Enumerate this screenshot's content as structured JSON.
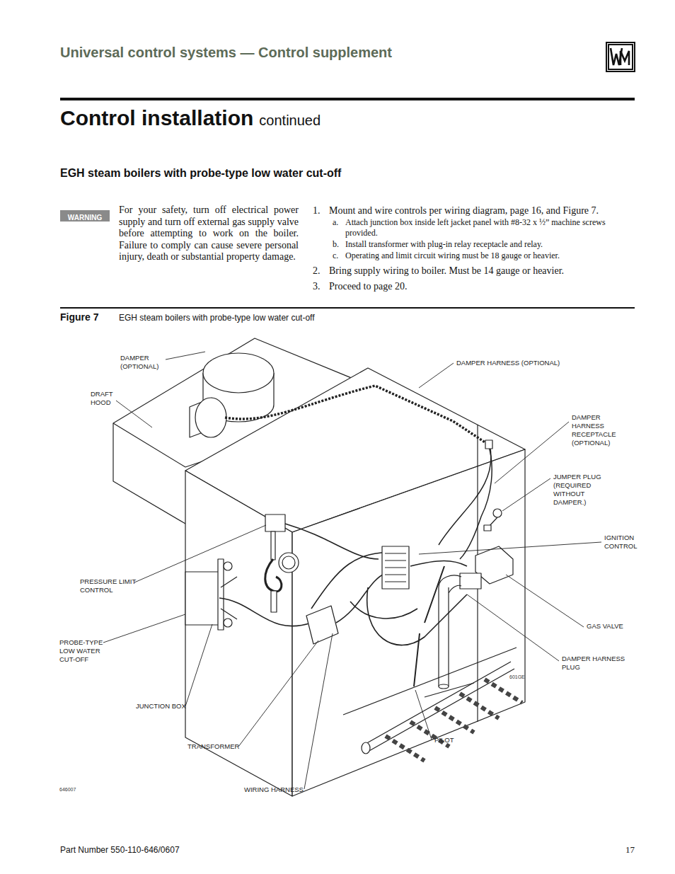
{
  "diagram": {
    "title": "Control installation",
    "caption": "EGH steam boilers with probe-type low water cut-off",
    "nodes": [
      {
        "text": [
          "WARNING"
        ]
      }
    ],
    "labels": [
      "Universal control systems — Control supplement",
      "continued",
      "EGH steam boilers with probe-type low water cut-off",
      "For your safety, turn off electrical power supply and turn off external gas supply valve before attempting to work on the boiler. Failure to comply can cause severe personal injury, death or substantial property damage.",
      "1.",
      "Mount and wire controls per wiring diagram, page 16, and Figure 7.",
      "a.",
      "Attach junction box inside left jacket panel with #8-32 x ½” machine screws provided.",
      "b.",
      "Install transformer with plug-in relay receptacle and relay.",
      "c.",
      "Operating and limit circuit wiring must be 18 gauge or heavier.",
      "2.",
      "Bring supply wiring to boiler. Must be 14 gauge or heavier.",
      "3.",
      "Proceed to page 20.",
      "Figure 7",
      "DAMPER (OPTIONAL)",
      "DRAFT HOOD",
      "DAMPER HARNESS (OPTIONAL)",
      "DAMPER HARNESS RECEPTACLE (OPTIONAL)",
      "JUMPER PLUG (REQUIRED WITHOUT DAMPER.)",
      "IGNITION CONTROL",
      "PRESSURE LIMIT CONTROL",
      "PROBE-TYPE LOW WATER CUT-OFF",
      "GAS VALVE",
      "DAMPER HARNESS PLUG",
      "JUNCTION BOX",
      "TRANSFORMER",
      "PILOT",
      "WIRING HARNESS",
      "601GE",
      "646007",
      "Part Number 550-110-646/0607",
      "17"
    ]
  }
}
